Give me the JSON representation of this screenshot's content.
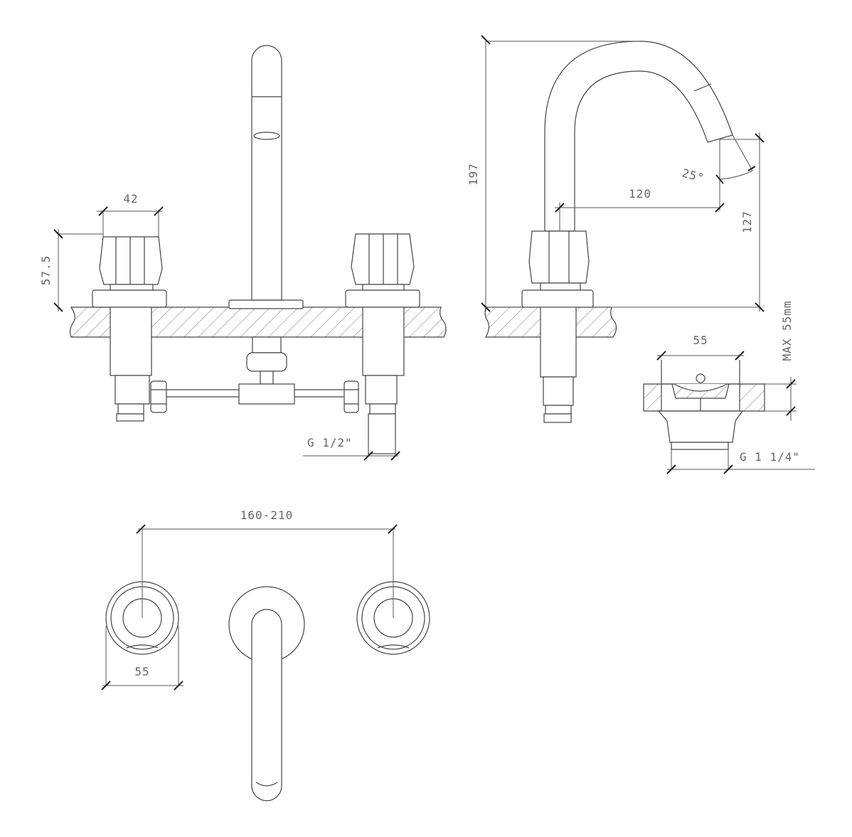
{
  "dimensions": {
    "handle_width": "42",
    "handle_height": "57.5",
    "total_height": "197",
    "spout_reach": "120",
    "spout_angle": "25°",
    "spout_outlet_height": "127",
    "max_thickness": "MAX 55mm",
    "waste_width": "55",
    "waste_thread": "G 1 1/4\"",
    "inlet_thread": "G 1/2\"",
    "center_spacing": "160-210",
    "rosette_diameter": "55"
  },
  "colors": {
    "line": "#444444",
    "dimension_text": "#666666",
    "background": "#ffffff"
  }
}
